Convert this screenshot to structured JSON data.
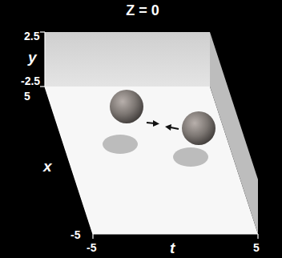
{
  "diagram": {
    "title": "Z = 0",
    "labels": [
      "2.5",
      "y",
      "-2.5",
      "5",
      "x",
      "-5",
      "-5",
      "t",
      "5"
    ]
  }
}
